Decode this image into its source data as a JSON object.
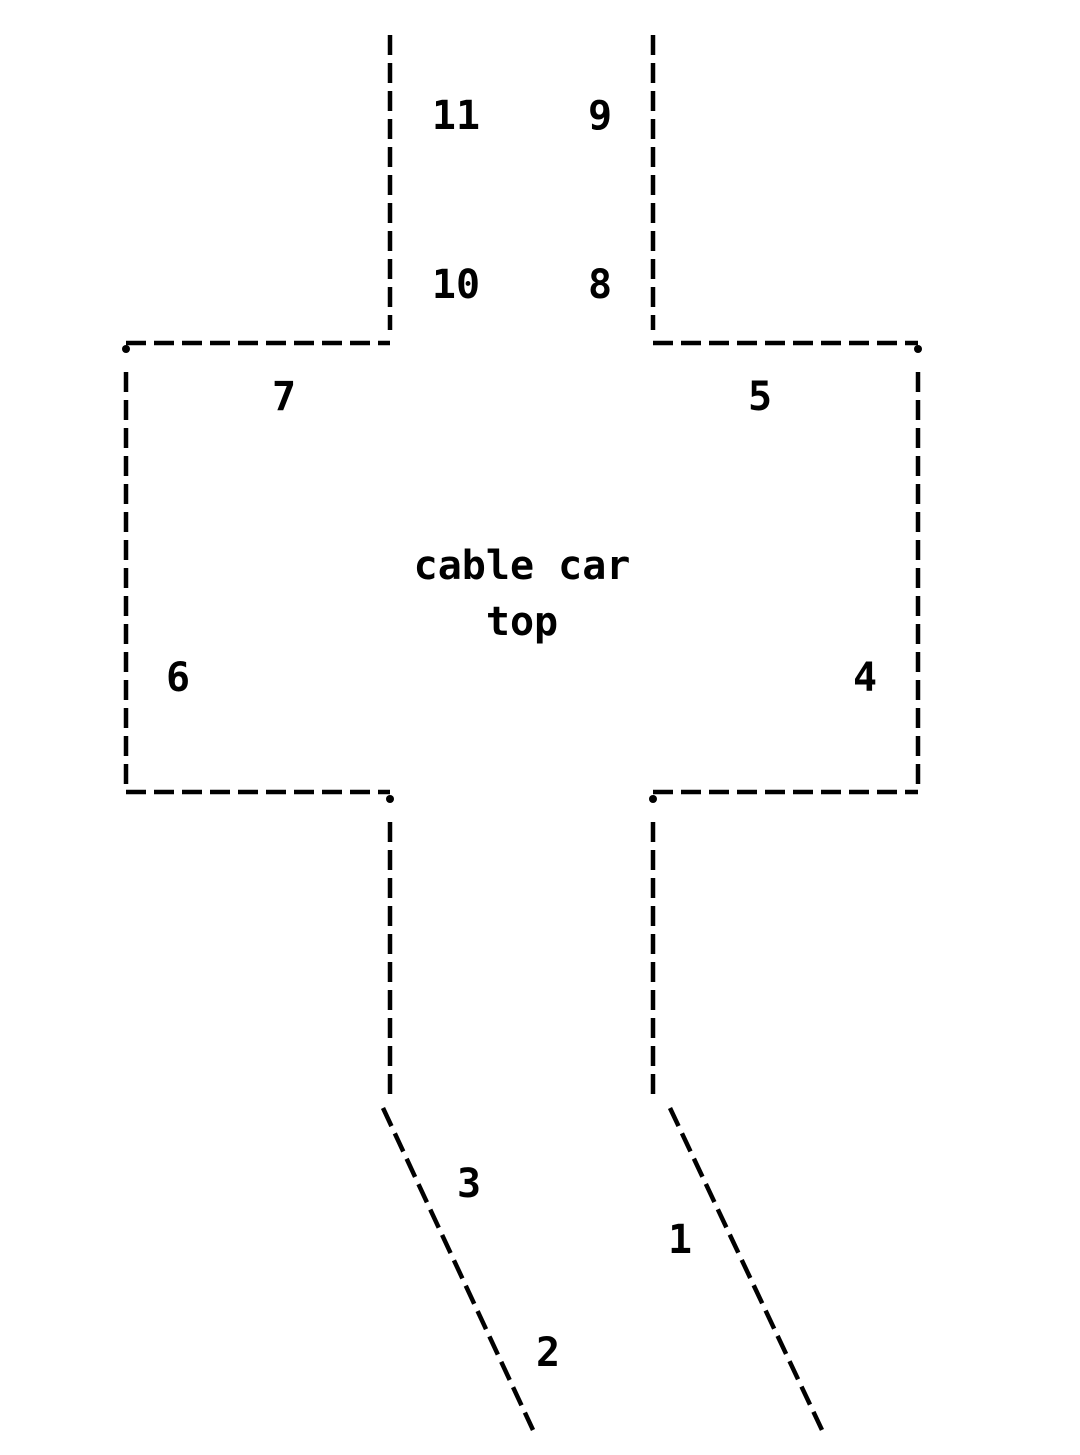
{
  "diagram": {
    "title_line1": "cable car",
    "title_line2": "top",
    "labels": {
      "n1": "1",
      "n2": "2",
      "n3": "3",
      "n4": "4",
      "n5": "5",
      "n6": "6",
      "n7": "7",
      "n8": "8",
      "n9": "9",
      "n10": "10",
      "n11": "11"
    }
  },
  "colors": {
    "ink": "#000000",
    "background": "#ffffff"
  }
}
